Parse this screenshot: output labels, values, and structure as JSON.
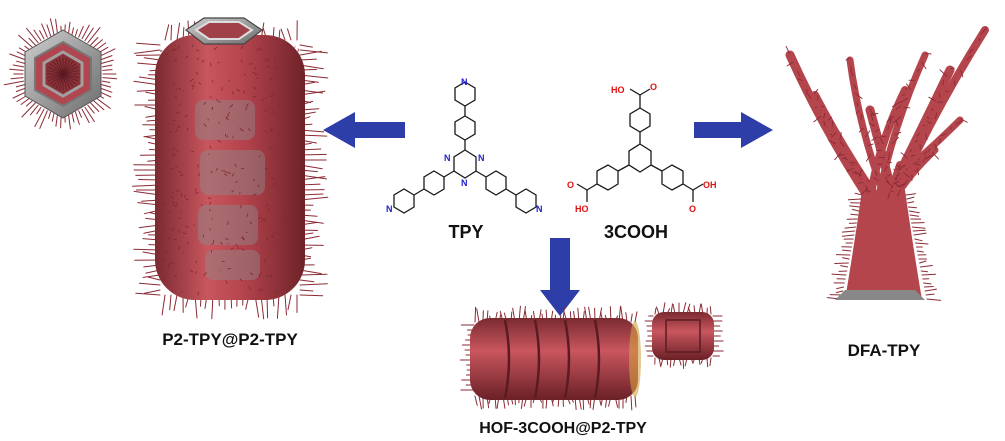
{
  "labels": {
    "left_product": "P2-TPY@P2-TPY",
    "right_product": "DFA-TPY",
    "bottom_product": "HOF-3COOH@P2-TPY",
    "molecule_left": "TPY",
    "molecule_right": "3COOH"
  },
  "atoms": {
    "nitrogen": "N",
    "oxygen": "O",
    "hydroxyl": "HO",
    "hydroxyl_right": "OH"
  },
  "colors": {
    "nanorod": "#b5454d",
    "nanorod_dark": "#7a2a30",
    "spine": "#8a2a33",
    "cage": "#8d8d8d",
    "arrow": "#2d3ea8",
    "nitrogen": "#2020d0",
    "oxygen": "#e01010"
  }
}
